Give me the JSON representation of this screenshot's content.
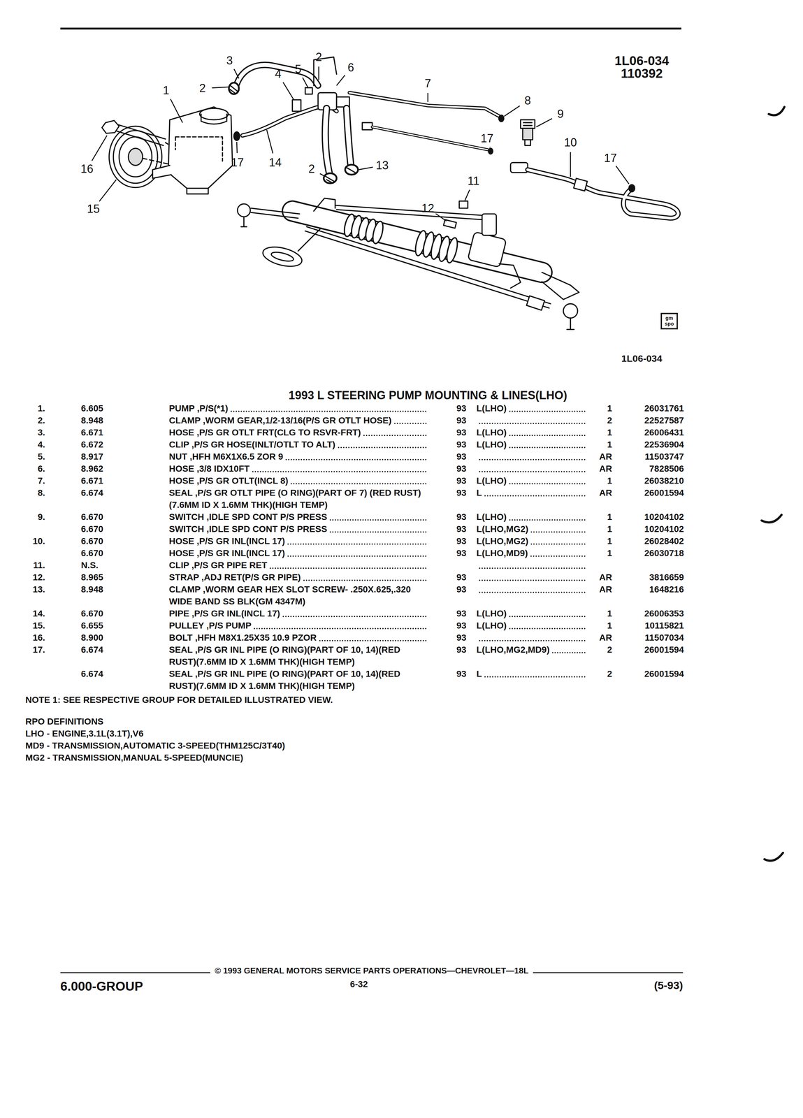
{
  "diagram": {
    "title": "1993 L STEERING PUMP MOUNTING & LINES(LHO)",
    "nodes": [
      {
        "text": [
          "gm spo"
        ]
      }
    ],
    "labels": [
      "3",
      "2",
      "5",
      "6",
      "4",
      "1L06-034",
      "110392",
      "1",
      "2",
      "7",
      "8",
      "9",
      "16",
      "17",
      "14",
      "17",
      "10",
      "17",
      "2",
      "13",
      "11",
      "12",
      "15",
      "1L06-034",
      "1.",
      "6.605",
      "PUMP ,P/S(*1)",
      "93",
      "L(LHO)",
      "1",
      "26031761",
      "2.",
      "8.948",
      "CLAMP ,WORM GEAR,1/2-13/16(P/S GR OTLT HOSE)",
      "93",
      "2",
      "22527587",
      "3.",
      "6.671",
      "HOSE ,P/S GR OTLT FRT(CLG TO RSVR-FRT)",
      "93",
      "L(LHO)",
      "1",
      "26006431",
      "4.",
      "6.672",
      "CLIP ,P/S GR HOSE(INLT/OTLT TO ALT)",
      "93",
      "L(LHO)",
      "1",
      "22536904",
      "5.",
      "8.917",
      "NUT ,HFH M6X1X6.5 ZOR 9",
      "93",
      "AR",
      "11503747",
      "6.",
      "8.962",
      "HOSE ,3/8 IDX10FT",
      "93",
      "AR",
      "7828506",
      "7.",
      "6.671",
      "HOSE ,P/S GR OTLT(INCL 8)",
      "93",
      "L(LHO)",
      "1",
      "26038210",
      "8.",
      "6.674",
      "SEAL ,P/S GR OTLT PIPE (O RING)(PART OF 7) (RED RUST)(7.6MM ID X 1.6MM THK)(HIGH TEMP)",
      "93",
      "L",
      "AR",
      "26001594",
      "9.",
      "6.670",
      "SWITCH ,IDLE SPD CONT P/S PRESS",
      "93",
      "L(LHO)",
      "1",
      "10204102",
      "6.670",
      "SWITCH ,IDLE SPD CONT P/S PRESS",
      "93",
      "L(LHO,MG2)",
      "1",
      "10204102",
      "10.",
      "6.670",
      "HOSE ,P/S GR INL(INCL 17)",
      "93",
      "L(LHO,MG2)",
      "1",
      "26028402",
      "6.670",
      "HOSE ,P/S GR INL(INCL 17)",
      "93",
      "L(LHO,MD9)",
      "1",
      "26030718",
      "11.",
      "N.S.",
      "CLIP ,P/S GR PIPE RET",
      "12.",
      "8.965",
      "STRAP ,ADJ RET(P/S GR PIPE)",
      "93",
      "AR",
      "3816659",
      "13.",
      "8.948",
      "CLAMP ,WORM GEAR HEX SLOT SCREW- .250X.625,.320 WIDE BAND SS BLK(GM 4347M)",
      "93",
      "AR",
      "1648216",
      "14.",
      "6.670",
      "PIPE ,P/S GR INL(INCL 17)",
      "93",
      "L(LHO)",
      "1",
      "26006353",
      "15.",
      "6.655",
      "PULLEY ,P/S PUMP",
      "93",
      "L(LHO)",
      "1",
      "10115821",
      "16.",
      "8.900",
      "BOLT ,HFH M8X1.25X35 10.9 PZOR",
      "93",
      "AR",
      "11507034",
      "17.",
      "6.674",
      "SEAL ,P/S GR INL PIPE (O RING)(PART OF 10, 14)(RED RUST)(7.6MM ID X 1.6MM THK)(HIGH TEMP)",
      "93",
      "L(LHO,MG2,MD9)",
      "2",
      "26001594",
      "6.674",
      "SEAL ,P/S GR INL PIPE (O RING)(PART OF 10, 14)(RED RUST)(7.6MM ID X 1.6MM THK)(HIGH TEMP)",
      "93",
      "L",
      "2",
      "26001594",
      "NOTE 1: SEE RESPECTIVE GROUP FOR DETAILED ILLUSTRATED VIEW.",
      "RPO DEFINITIONS",
      "LHO - ENGINE,3.1L(3.1T),V6",
      "MD9 - TRANSMISSION,AUTOMATIC 3-SPEED(THM125C/3T40)",
      "MG2 - TRANSMISSION,MANUAL 5-SPEED(MUNCIE)",
      "© 1993 GENERAL MOTORS SERVICE PARTS OPERATIONS—CHEVROLET—18L",
      "6.000-GROUP",
      "6-32",
      "(5-93)"
    ]
  }
}
